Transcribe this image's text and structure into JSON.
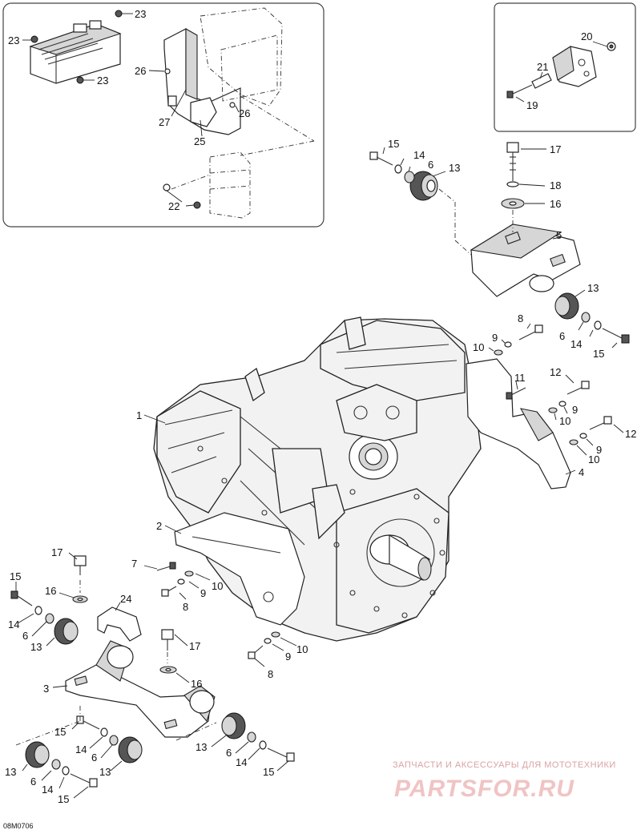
{
  "diagram_id": "08M0706",
  "watermark": {
    "tagline": "ЗАПЧАСТИ И АКСЕССУАРЫ ДЛЯ МОТОТЕХНИКИ",
    "logo": "PARTSFOR.RU"
  },
  "callouts": {
    "n1": "1",
    "n2": "2",
    "n3": "3",
    "n4": "4",
    "n5": "5",
    "n6": "6",
    "n7": "7",
    "n8": "8",
    "n9": "9",
    "n10": "10",
    "n11": "11",
    "n12": "12",
    "n13": "13",
    "n14": "14",
    "n15": "15",
    "n16": "16",
    "n17": "17",
    "n18": "18",
    "n19": "19",
    "n20": "20",
    "n21": "21",
    "n22": "22",
    "n23": "23",
    "n24": "24",
    "n25": "25",
    "n26": "26",
    "n27": "27"
  }
}
